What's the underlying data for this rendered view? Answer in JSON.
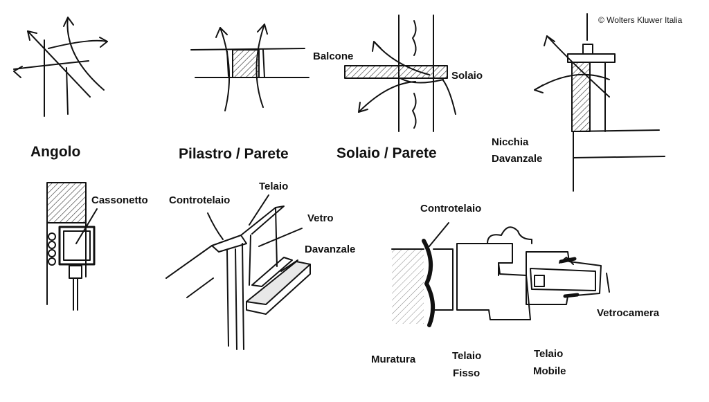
{
  "copyright": "© Wolters Kluwer Italia",
  "titles": {
    "angolo": "Angolo",
    "pilastro": "Pilastro / Parete",
    "solaio": "Solaio / Parete",
    "nicchia_1": "Nicchia",
    "nicchia_2": "Davanzale"
  },
  "labels": {
    "balcone": "Balcone",
    "solaio": "Solaio",
    "cassonetto": "Cassonetto",
    "controtelaio_a": "Controtelaio",
    "telaio": "Telaio",
    "vetro": "Vetro",
    "davanzale": "Davanzale",
    "controtelaio_b": "Controtelaio",
    "vetrocamera": "Vetrocamera",
    "muratura": "Muratura",
    "telaio_fisso_1": "Telaio",
    "telaio_fisso_2": "Fisso",
    "telaio_mobile_1": "Telaio",
    "telaio_mobile_2": "Mobile"
  }
}
